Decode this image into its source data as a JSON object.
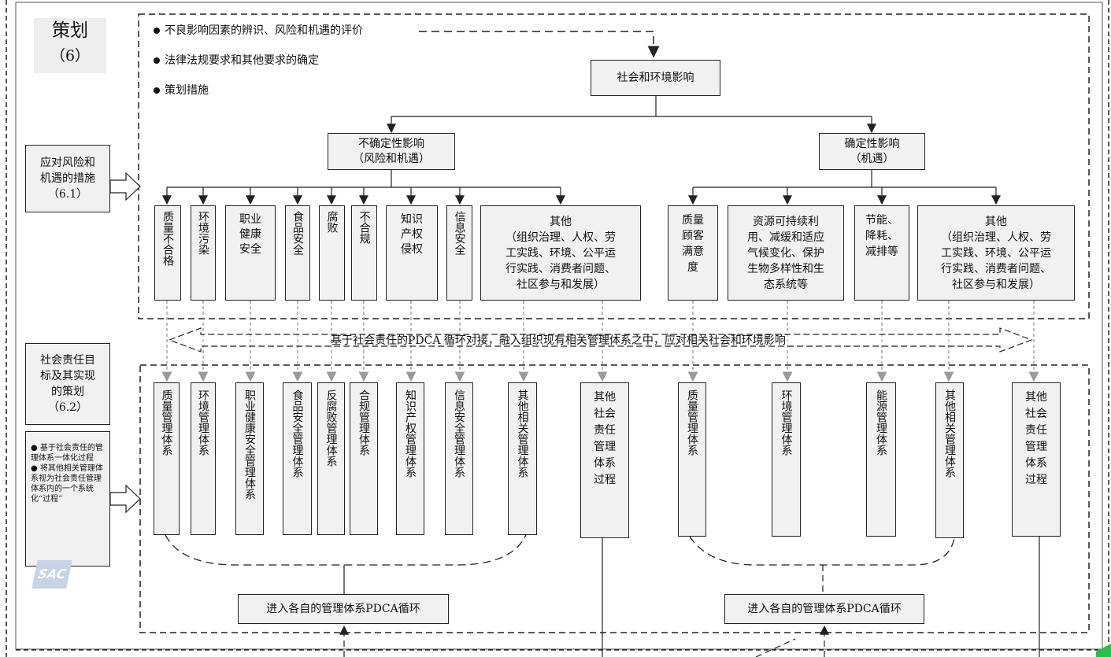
{
  "planning": {
    "title": "策划",
    "clause": "（6）"
  },
  "side_labels": {
    "risk_measures": "应对风险和\n机遇的措施\n（6.1）",
    "sr_objectives": "社会责任目\n标及其实现\n的策划\n（6.2）",
    "notes": "● 基于社会责任的管理体系一体化过程\n● 将其他相关管理体系视为社会责任管理体系内的一个系统化“过程”"
  },
  "bullets": [
    "不良影响因素的辨识、风险和机遇的评价",
    "法律法规要求和其他要求的确定",
    "策划措施"
  ],
  "root": "社会和环境影响",
  "uncertain": "不确定性影响\n（风险和机遇）",
  "certain": "确定性影响\n（机遇）",
  "impacts_left": [
    "质量不合格",
    "环境污染",
    "职业\n健康\n安全",
    "食品安全",
    "腐败",
    "不合规",
    "知识\n产权\n侵权",
    "信息安全"
  ],
  "impacts_left_other": "其他\n（组织治理、人权、劳\n工实践、环境、公平运\n行实践、消费者问题、\n社区参与和发展）",
  "impacts_right": [
    "质量\n顾客\n满意\n度",
    "资源可持续利\n用、减缓和适应\n气候变化、保护\n生物多样性和生\n态系统等",
    "节能、\n降耗、\n减排等"
  ],
  "impacts_right_other": "其他\n（组织治理、人权、劳\n工实践、环境、公平运\n行实践、消费者问题、\n社区参与和发展）",
  "pdca_link": "基于社会责任的PDCA 循环对接，融入组织现有相关管理体系之中，应对相关社会和环境影响",
  "systems_left": [
    "质量管理体系",
    "环境管理体系",
    "职业健康安全管理体系",
    "食品安全管理体系",
    "反腐败管理体系",
    "合规管理体系",
    "知识产权管理体系",
    "信息安全管理体系",
    "其他相关管理体系"
  ],
  "systems_left_other": "其他\n社会\n责任\n管理\n体系\n过程",
  "systems_right": [
    "质量管理体系",
    "环境管理体系",
    "能源管理体系",
    "其他相关管理体系"
  ],
  "systems_right_other": "其他\n社会\n责任\n管理\n体系\n过程",
  "enter_pdca_left": "进入各自的管理体系PDCA循环",
  "enter_pdca_right": "进入各自的管理体系PDCA循环",
  "logo": "SAC",
  "colors": {
    "box_fill": "#f1f1f1",
    "line": "#222222",
    "dashed_gray": "#9a9a9a"
  }
}
